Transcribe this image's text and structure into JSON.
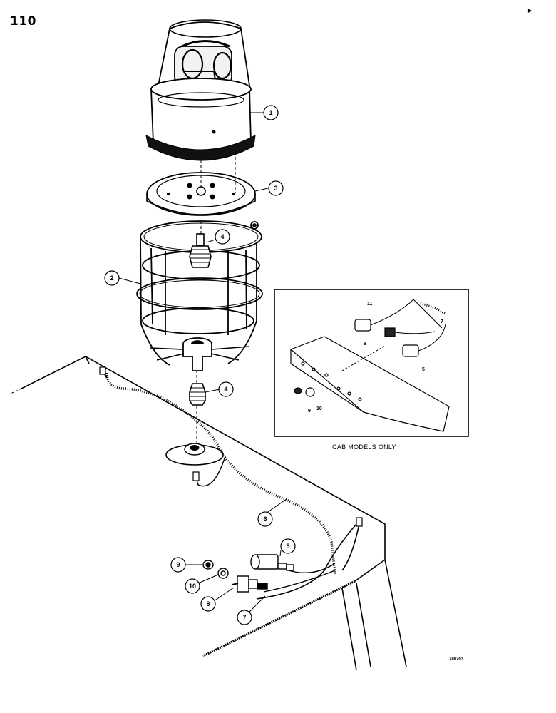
{
  "page": {
    "number": "110",
    "corner_mark": "| ▸",
    "drawing_code": "780703"
  },
  "inset": {
    "caption": "CAB MODELS ONLY",
    "labels": [
      "11",
      "7",
      "8",
      "5",
      "9",
      "10"
    ]
  },
  "callouts": [
    "1",
    "3",
    "4",
    "2",
    "4",
    "6",
    "5",
    "9",
    "10",
    "8",
    "7"
  ]
}
